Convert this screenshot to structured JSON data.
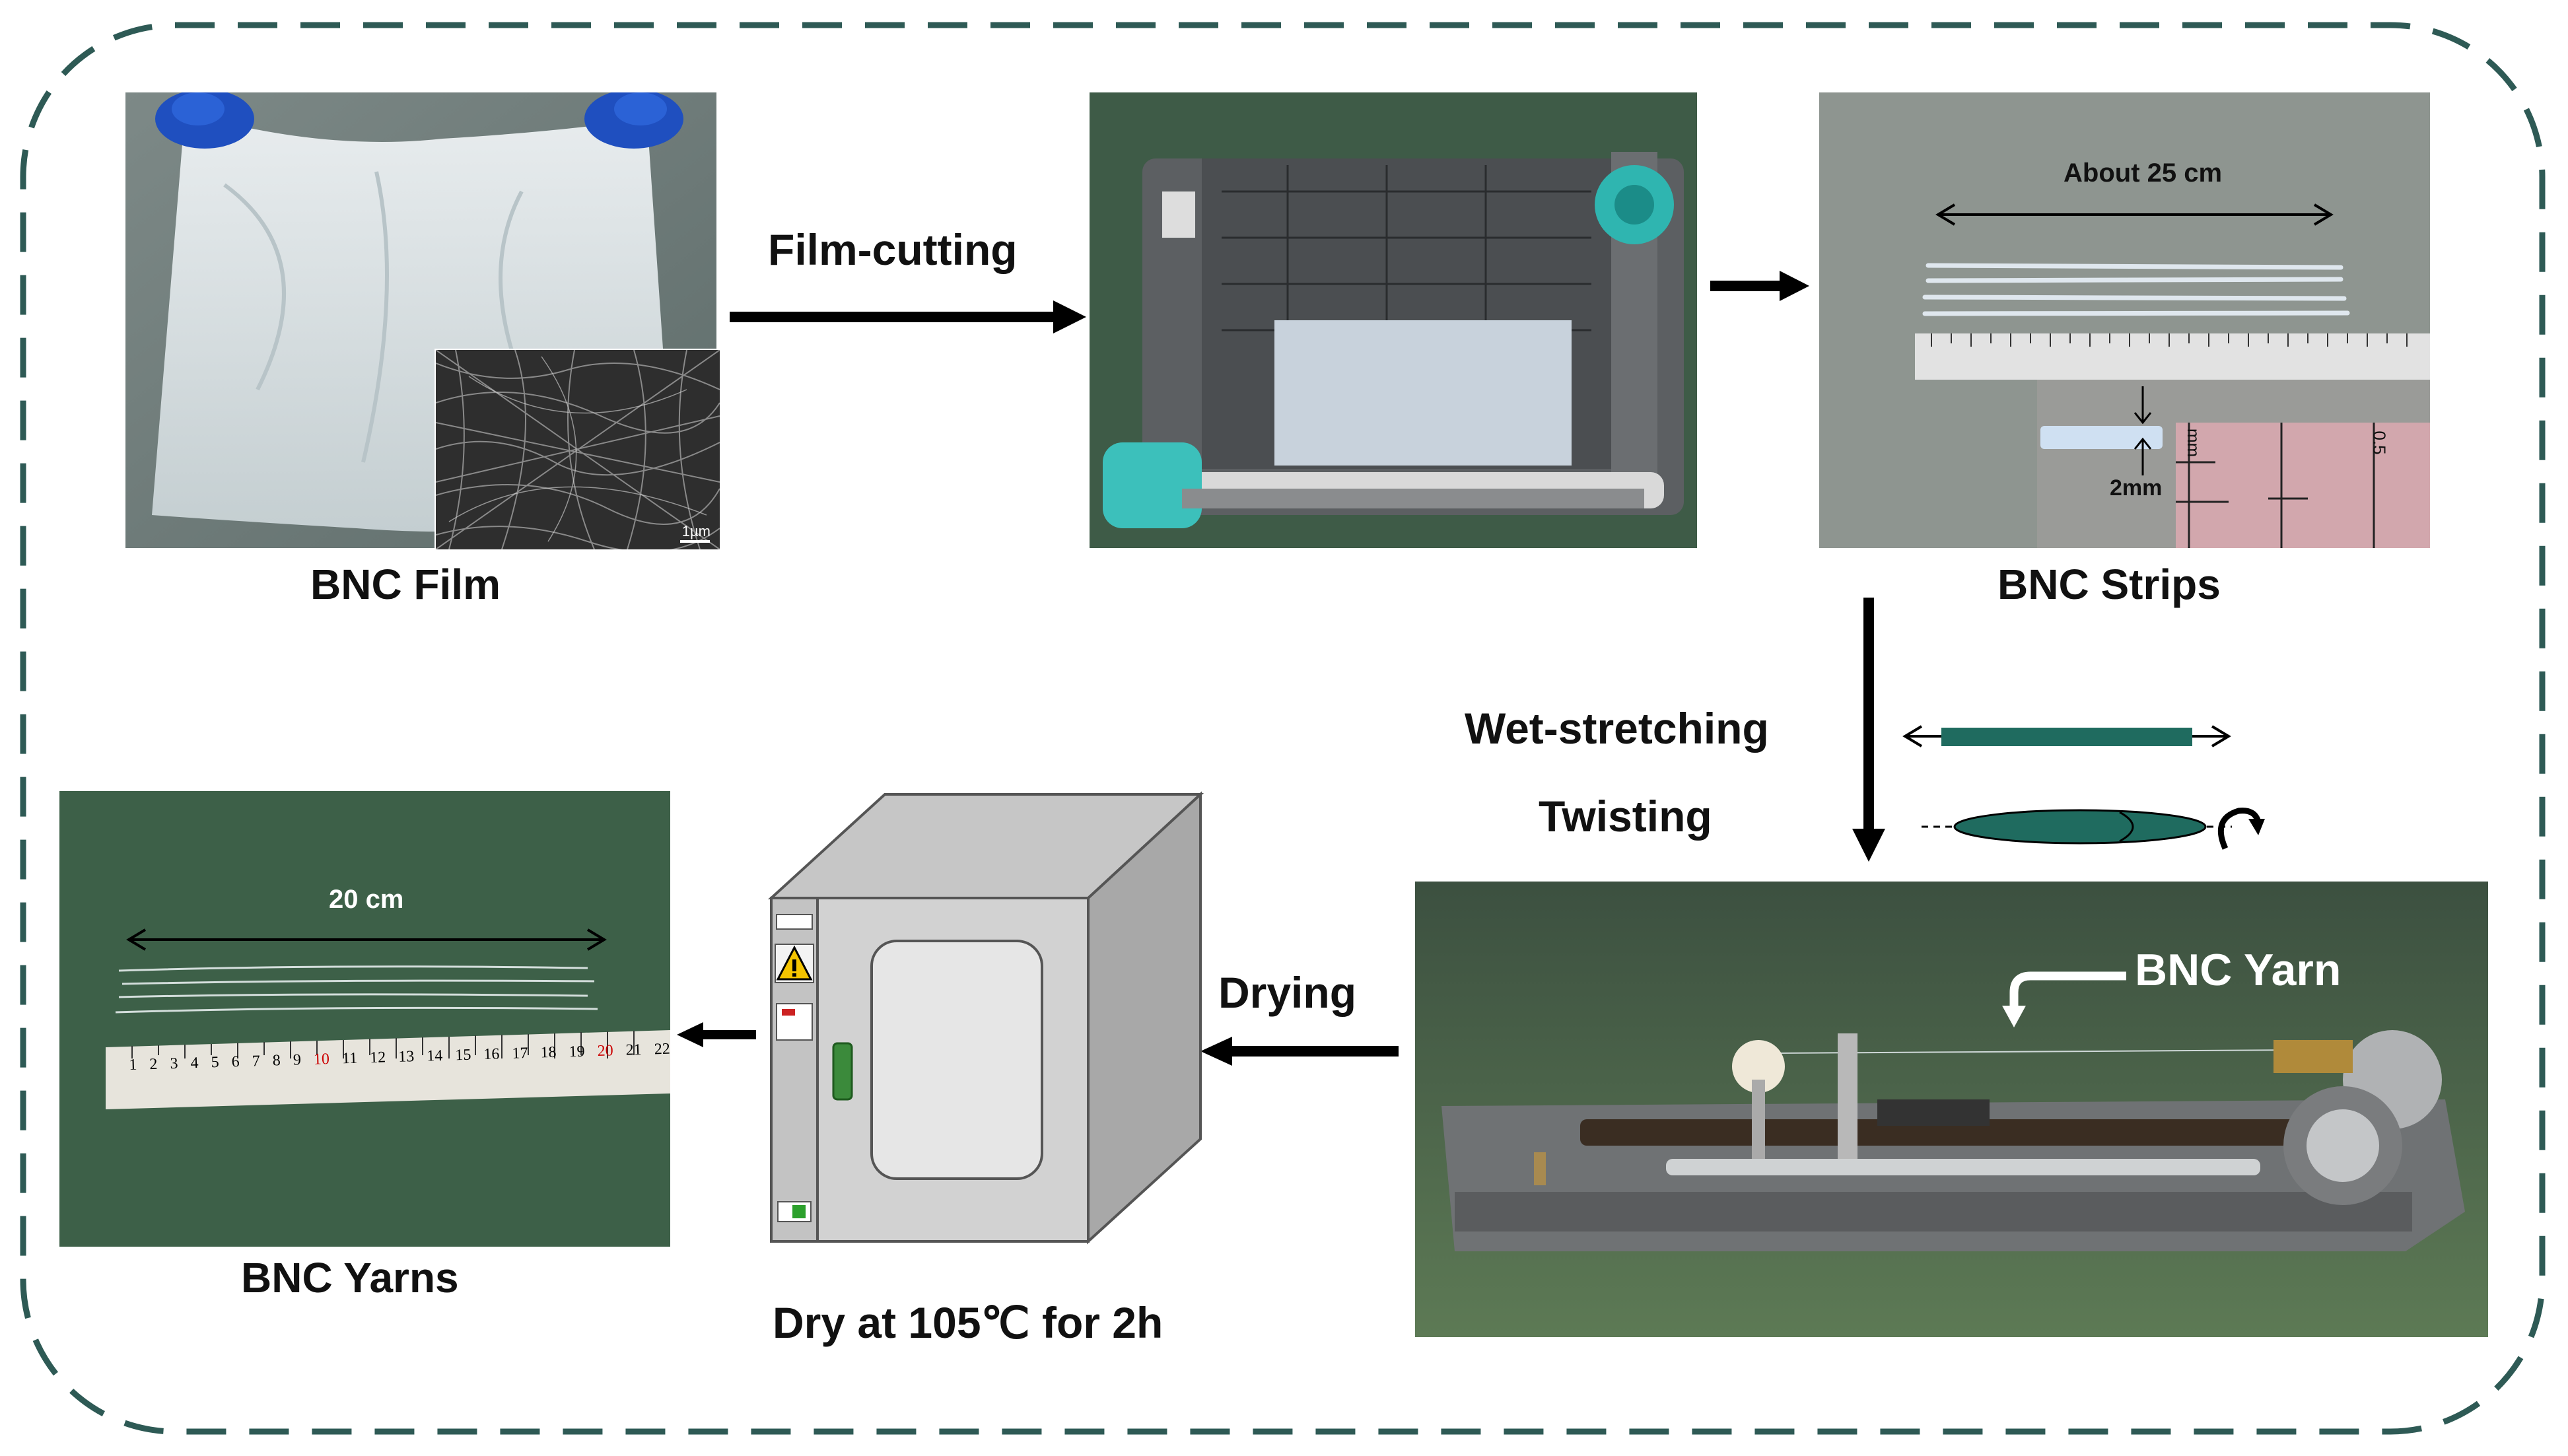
{
  "labels": {
    "bnc_film": "BNC Film",
    "film_cutting": "Film-cutting",
    "bnc_strips": "BNC Strips",
    "about_25cm": "About 25 cm",
    "strip_width": "2mm",
    "wet_stretching": "Wet-stretching",
    "twisting": "Twisting",
    "bnc_yarn": "BNC Yarn",
    "drying": "Drying",
    "dry_condition": "Dry at 105℃ for 2h",
    "bnc_yarns": "BNC Yarns",
    "yarn_length": "20 cm",
    "sem_scale": "1µm",
    "ruler_cm": "mm",
    "ruler_half": "0.5"
  },
  "ruler_ticks": [
    "1",
    "2",
    "3",
    "4",
    "5",
    "6",
    "7",
    "8",
    "9",
    "10",
    "11",
    "12",
    "13",
    "14",
    "15",
    "16",
    "17",
    "18",
    "19",
    "20",
    "21",
    "22"
  ],
  "colors": {
    "border": "#2e5a55",
    "teal": "#1f6b5f",
    "board_green": "#3f5e47",
    "arrow": "#000000"
  },
  "icons": [
    "right-arrow-icon",
    "down-arrow-icon",
    "left-arrow-icon",
    "double-arrow-icon",
    "twist-arrow-icon",
    "curved-pointer-arrow-icon",
    "warning-icon"
  ]
}
